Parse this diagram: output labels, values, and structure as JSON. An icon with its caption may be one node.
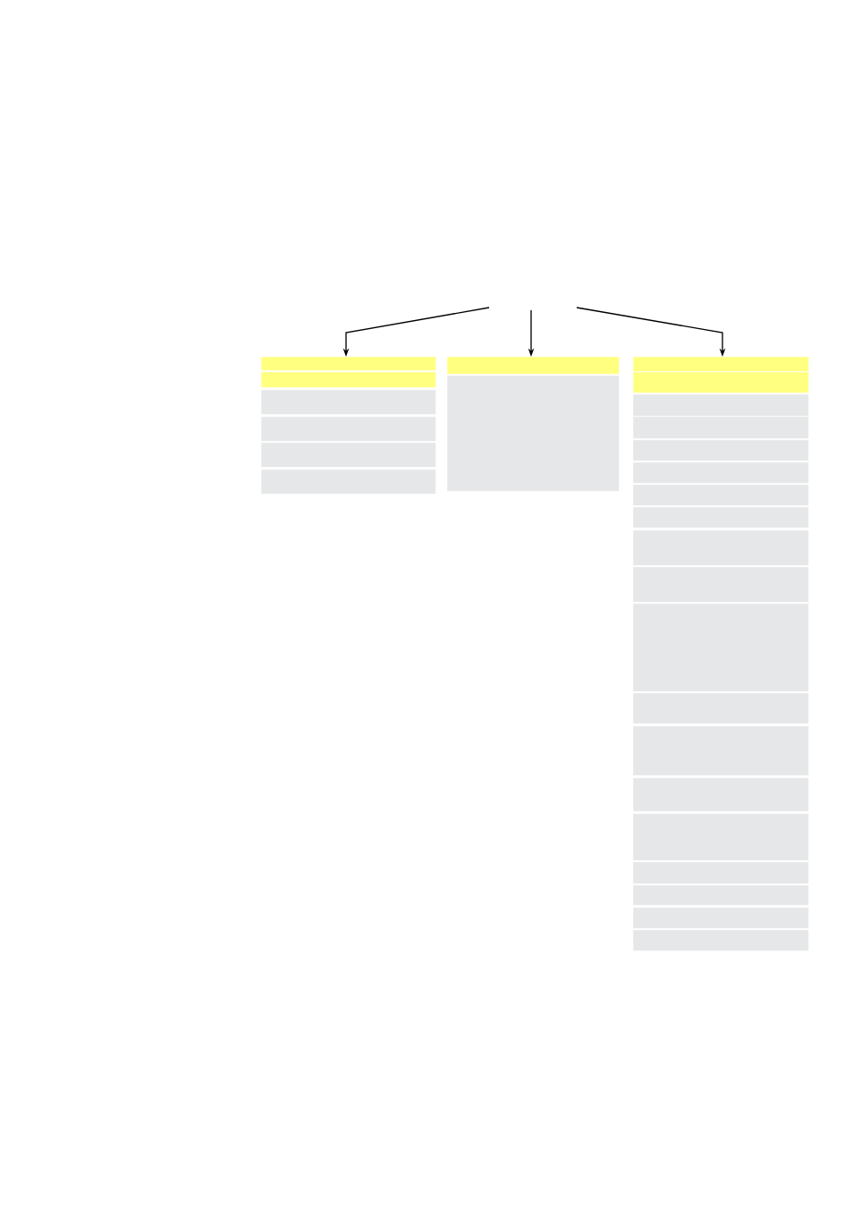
{
  "diagram": {
    "nodes": [
      {
        "text": [],
        "shape": "box"
      },
      {
        "text": [],
        "shape": "box"
      },
      {
        "text": [],
        "shape": "box"
      },
      {
        "text": [],
        "shape": "box"
      },
      {
        "text": [],
        "shape": "box"
      },
      {
        "text": [],
        "shape": "box"
      },
      {
        "text": [],
        "shape": "box"
      },
      {
        "text": [],
        "shape": "box"
      },
      {
        "text": [],
        "shape": "box"
      },
      {
        "text": [],
        "shape": "box"
      },
      {
        "text": [],
        "shape": "box"
      },
      {
        "text": [],
        "shape": "box"
      },
      {
        "text": [],
        "shape": "box"
      },
      {
        "text": [],
        "shape": "box"
      },
      {
        "text": [],
        "shape": "box"
      },
      {
        "text": [],
        "shape": "box"
      },
      {
        "text": [],
        "shape": "box"
      },
      {
        "text": [],
        "shape": "box"
      },
      {
        "text": [],
        "shape": "box"
      },
      {
        "text": [],
        "shape": "box"
      },
      {
        "text": [],
        "shape": "box"
      },
      {
        "text": [],
        "shape": "box"
      },
      {
        "text": [],
        "shape": "box"
      },
      {
        "text": [],
        "shape": "box"
      },
      {
        "text": [],
        "shape": "box"
      },
      {
        "text": [],
        "shape": "box"
      },
      {
        "text": [],
        "shape": "box"
      }
    ],
    "edges": [
      {
        "from": null,
        "to": 0,
        "arrow": "to"
      },
      {
        "from": null,
        "to": 6,
        "arrow": "to"
      },
      {
        "from": null,
        "to": 8,
        "arrow": "to"
      }
    ]
  }
}
